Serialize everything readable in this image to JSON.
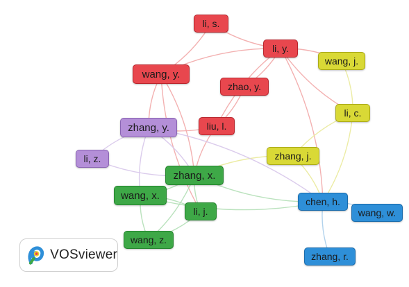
{
  "colors": {
    "red": "#e8474e",
    "red_border": "#b8262d",
    "purple": "#b48fd8",
    "purple_border": "#8a65b3",
    "green": "#3ea847",
    "green_border": "#24852d",
    "yellow": "#d9d936",
    "yellow_border": "#aaaa18",
    "blue": "#2e8fd8",
    "blue_border": "#1a6bab",
    "edge_red": "#f2a9a9",
    "edge_purple": "#d7c6ea",
    "edge_green": "#b3dfb6",
    "edge_yellow": "#eaea9a",
    "edge_blue": "#a9cdea"
  },
  "nodes": [
    {
      "id": "li_s",
      "label": "li, s.",
      "cluster": "red"
    },
    {
      "id": "li_y",
      "label": "li, y.",
      "cluster": "red"
    },
    {
      "id": "wang_y",
      "label": "wang, y.",
      "cluster": "red"
    },
    {
      "id": "zhao_y",
      "label": "zhao, y.",
      "cluster": "red"
    },
    {
      "id": "liu_l",
      "label": "liu, l.",
      "cluster": "red"
    },
    {
      "id": "wang_j",
      "label": "wang, j.",
      "cluster": "yellow"
    },
    {
      "id": "li_c",
      "label": "li, c.",
      "cluster": "yellow"
    },
    {
      "id": "zhang_j",
      "label": "zhang, j.",
      "cluster": "yellow"
    },
    {
      "id": "zhang_y",
      "label": "zhang, y.",
      "cluster": "purple"
    },
    {
      "id": "li_z",
      "label": "li, z.",
      "cluster": "purple"
    },
    {
      "id": "zhang_x",
      "label": "zhang, x.",
      "cluster": "green"
    },
    {
      "id": "wang_x",
      "label": "wang, x.",
      "cluster": "green"
    },
    {
      "id": "li_j",
      "label": "li, j.",
      "cluster": "green"
    },
    {
      "id": "wang_z",
      "label": "wang, z.",
      "cluster": "green"
    },
    {
      "id": "chen_h",
      "label": "chen, h.",
      "cluster": "blue"
    },
    {
      "id": "wang_w",
      "label": "wang, w.",
      "cluster": "blue"
    },
    {
      "id": "zhang_r",
      "label": "zhang, r.",
      "cluster": "blue"
    }
  ],
  "edges": [
    [
      "li_s",
      "wang_y",
      "red"
    ],
    [
      "li_s",
      "li_y",
      "red"
    ],
    [
      "li_y",
      "zhao_y",
      "red"
    ],
    [
      "li_y",
      "wang_y",
      "red"
    ],
    [
      "li_y",
      "wang_j",
      "red"
    ],
    [
      "li_y",
      "li_c",
      "red"
    ],
    [
      "li_y",
      "chen_h",
      "red"
    ],
    [
      "li_y",
      "liu_l",
      "red"
    ],
    [
      "zhao_y",
      "liu_l",
      "red"
    ],
    [
      "wang_y",
      "zhang_y",
      "red"
    ],
    [
      "wang_y",
      "zhang_x",
      "red"
    ],
    [
      "wang_y",
      "li_j",
      "red"
    ],
    [
      "liu_l",
      "zhang_y",
      "red"
    ],
    [
      "liu_l",
      "zhang_x",
      "red"
    ],
    [
      "wang_j",
      "li_c",
      "yellow"
    ],
    [
      "li_c",
      "zhang_j",
      "yellow"
    ],
    [
      "li_c",
      "chen_h",
      "yellow"
    ],
    [
      "zhang_j",
      "zhang_x",
      "yellow"
    ],
    [
      "zhang_j",
      "chen_h",
      "yellow"
    ],
    [
      "zhang_y",
      "li_z",
      "purple"
    ],
    [
      "zhang_y",
      "zhang_x",
      "purple"
    ],
    [
      "zhang_y",
      "wang_x",
      "purple"
    ],
    [
      "zhang_y",
      "chen_h",
      "purple"
    ],
    [
      "li_z",
      "zhang_x",
      "purple"
    ],
    [
      "zhang_x",
      "wang_x",
      "green"
    ],
    [
      "zhang_x",
      "li_j",
      "green"
    ],
    [
      "zhang_x",
      "wang_z",
      "green"
    ],
    [
      "zhang_x",
      "chen_h",
      "green"
    ],
    [
      "wang_x",
      "li_j",
      "green"
    ],
    [
      "wang_x",
      "wang_z",
      "green"
    ],
    [
      "li_j",
      "wang_z",
      "green"
    ],
    [
      "wang_x",
      "chen_h",
      "green"
    ],
    [
      "chen_h",
      "wang_w",
      "blue"
    ],
    [
      "chen_h",
      "zhang_r",
      "blue"
    ]
  ],
  "logo": {
    "text": "VOSviewer",
    "icon": "vosviewer-logo-icon"
  }
}
